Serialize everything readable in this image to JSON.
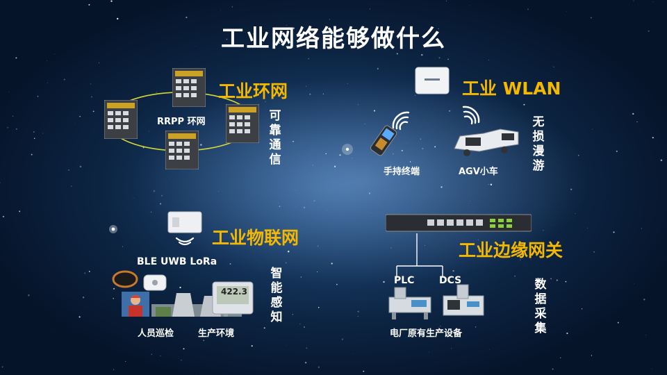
{
  "title": "工业网络能够做什么",
  "sections": {
    "ring": {
      "heading": "工业环网",
      "ring_label": "RRPP 环网",
      "feature": "可\n靠\n通\n信"
    },
    "wlan": {
      "heading": "工业 WLAN",
      "device1": "手持终端",
      "device2": "AGV小车",
      "feature": "无\n损\n漫\n游"
    },
    "iot": {
      "heading": "工业物联网",
      "protocols": "BLE  UWB LoRa",
      "scene1": "人员巡检",
      "scene2": "生产环境",
      "feature": "智\n能\n感\n知",
      "sensor_reading": "422.3"
    },
    "edge": {
      "heading": "工业边缘网关",
      "plc": "PLC",
      "dcs": "DCS",
      "equipment": "电厂原有生产设备",
      "feature": "数\n据\n采\n集"
    }
  },
  "colors": {
    "heading": "#f5b800",
    "text": "#ffffff",
    "ring_line": "#d7d832"
  }
}
